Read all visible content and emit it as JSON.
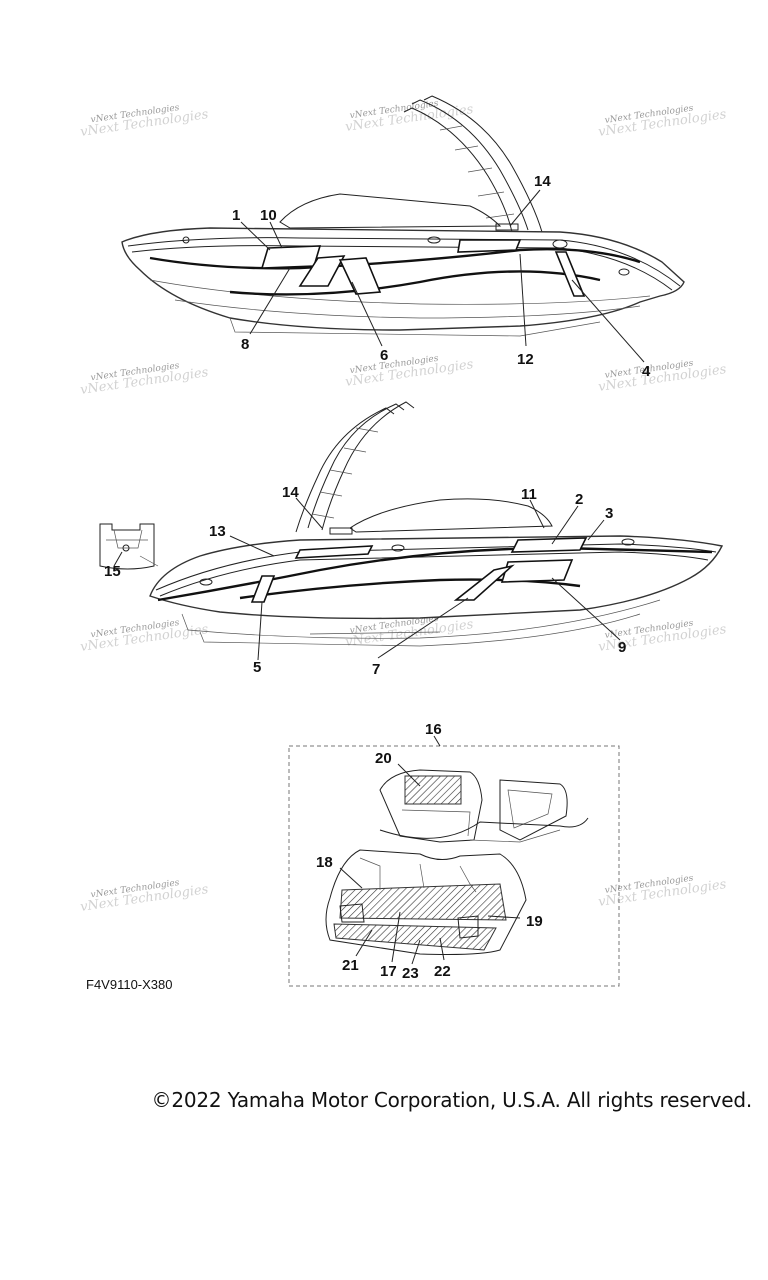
{
  "watermark_text": "vNext Technologies",
  "part_code": "F4V9110-X380",
  "copyright": "©2022 Yamaha Motor Corporation, U.S.A. All rights reserved.",
  "view1": {
    "callouts": [
      "1",
      "10",
      "14",
      "8",
      "6",
      "12",
      "4"
    ]
  },
  "view2": {
    "callouts": [
      "14",
      "11",
      "2",
      "3",
      "13",
      "15",
      "5",
      "7",
      "9"
    ]
  },
  "view3": {
    "callouts": [
      "16",
      "20",
      "18",
      "19",
      "21",
      "17",
      "23",
      "22"
    ]
  }
}
